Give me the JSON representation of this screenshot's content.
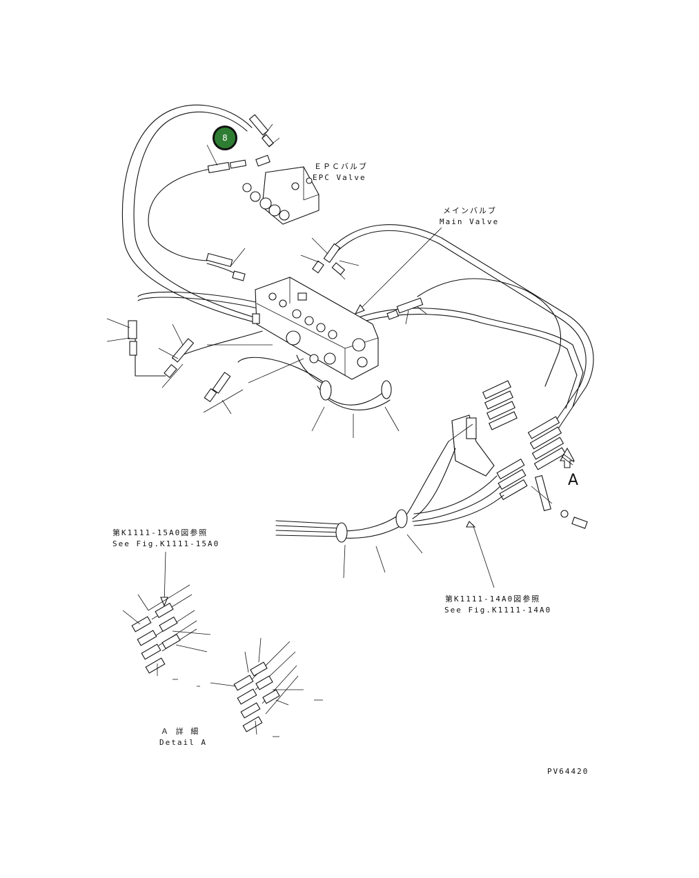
{
  "callout": {
    "number": "8",
    "color": "#2e7d32"
  },
  "labels": {
    "epc_valve_jp": "ＥＰＣバルブ",
    "epc_valve_en": "EPC Valve",
    "main_valve_jp": "メインバルブ",
    "main_valve_en": "Main Valve",
    "ref_15a0_jp": "第K1111-15A0図参照",
    "ref_15a0_en": "See Fig.K1111-15A0",
    "ref_14a0_jp": "第K1111-14A0図参照",
    "ref_14a0_en": "See Fig.K1111-14A0",
    "view_arrow": "A",
    "detail_jp": "Ａ 詳 細",
    "detail_en": "Detail A",
    "drawing_code": "PV64420"
  }
}
